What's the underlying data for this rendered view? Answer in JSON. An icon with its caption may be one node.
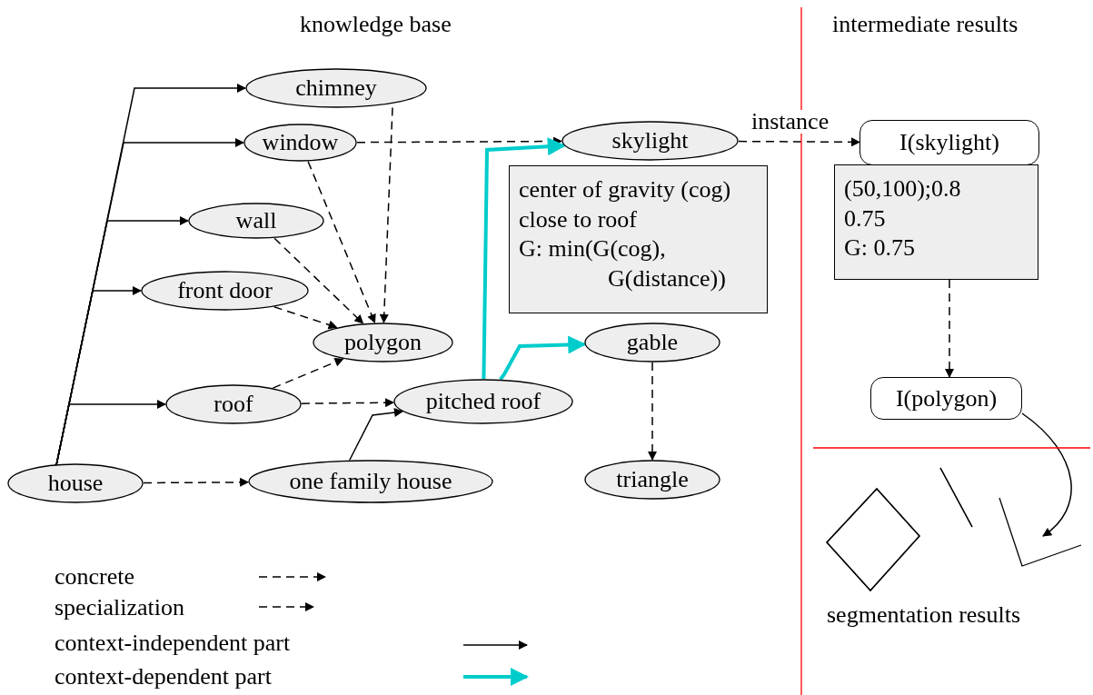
{
  "diagram": {
    "nodes": [
      {
        "text": [
          "chimney"
        ]
      },
      {
        "text": [
          "window"
        ]
      },
      {
        "text": [
          "skylight"
        ]
      },
      {
        "text": [
          "I(skylight)"
        ]
      },
      {
        "text": [
          "center of gravity (cog)",
          "close to roof",
          "G: min(G(cog), G(distance))"
        ]
      },
      {
        "text": [
          "(50,100);0.8",
          "0.75",
          "G: 0.75"
        ]
      },
      {
        "text": [
          "wall"
        ]
      },
      {
        "text": [
          "front door"
        ]
      },
      {
        "text": [
          "polygon"
        ]
      },
      {
        "text": [
          "gable"
        ]
      },
      {
        "text": [
          "roof"
        ]
      },
      {
        "text": [
          "pitched roof"
        ]
      },
      {
        "text": [
          "I(polygon)"
        ]
      },
      {
        "text": [
          "house"
        ]
      },
      {
        "text": [
          "one family house"
        ]
      },
      {
        "text": [
          "triangle"
        ]
      },
      {
        "text": [],
        "shape": "diamond"
      },
      {
        "text": [],
        "shape": "line"
      },
      {
        "text": [],
        "shape": "line"
      }
    ],
    "edges": [
      {
        "from": 13,
        "to": 0,
        "arrow": "to"
      },
      {
        "from": 13,
        "to": 1,
        "arrow": "to"
      },
      {
        "from": 13,
        "to": 6,
        "arrow": "to"
      },
      {
        "from": 13,
        "to": 7,
        "arrow": "to"
      },
      {
        "from": 13,
        "to": 10,
        "arrow": "to"
      },
      {
        "from": 14,
        "to": 11,
        "arrow": "to"
      },
      {
        "from": 0,
        "to": 8,
        "arrow": "to",
        "style": "dashed"
      },
      {
        "from": 1,
        "to": 8,
        "arrow": "to",
        "style": "dashed"
      },
      {
        "from": 6,
        "to": 8,
        "arrow": "to",
        "style": "dashed"
      },
      {
        "from": 7,
        "to": 8,
        "arrow": "to",
        "style": "dashed"
      },
      {
        "from": 10,
        "to": 8,
        "arrow": "to",
        "style": "dashed"
      },
      {
        "from": 9,
        "to": 15,
        "arrow": "to",
        "style": "dashed"
      },
      {
        "from": 5,
        "to": 12,
        "arrow": "to",
        "style": "dashed"
      },
      {
        "from": 1,
        "to": 2,
        "arrow": "to",
        "style": "dashed"
      },
      {
        "from": 10,
        "to": 11,
        "arrow": "to",
        "style": "dashed"
      },
      {
        "from": 13,
        "to": 14,
        "arrow": "to",
        "style": "dashed"
      },
      {
        "from": 2,
        "to": 3,
        "arrow": "to",
        "style": "dashed",
        "label": "instance"
      },
      {
        "from": 11,
        "to": 2,
        "arrow": "to",
        "style": "thick",
        "color": "#00cccc"
      },
      {
        "from": 11,
        "to": 9,
        "arrow": "to",
        "style": "thick",
        "color": "#00cccc"
      },
      {
        "from": 12,
        "to": 18,
        "arrow": "to"
      }
    ],
    "labels": [
      "knowledge base",
      "intermediate results",
      "segmentation results"
    ],
    "legend": [
      {
        "text": "concrete"
      },
      {
        "text": "specialization"
      },
      {
        "text": "context-independent part"
      },
      {
        "text": "context-dependent part"
      }
    ]
  }
}
